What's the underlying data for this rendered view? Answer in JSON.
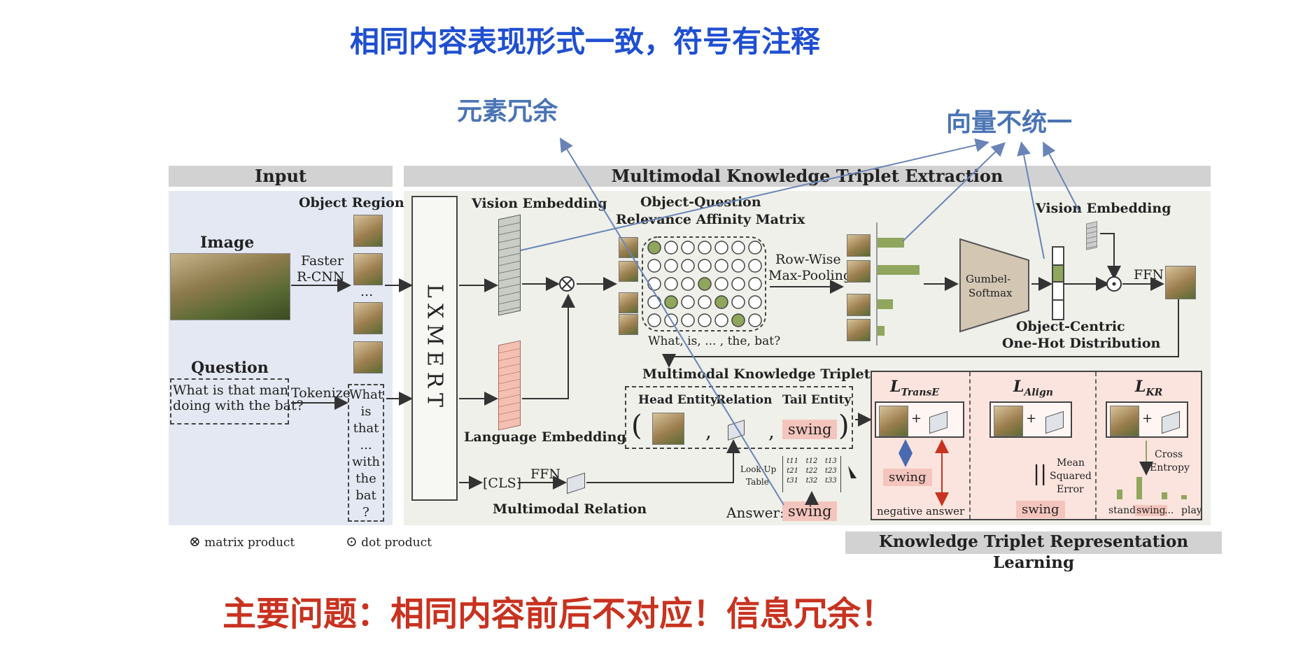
{
  "annotations": {
    "top_title": "相同内容表现形式一致，符号有注释",
    "redundant": "元素冗余",
    "vector_inconsistent": "向量不统一",
    "bottom_problem": "主要问题：相同内容前后不对应！信息冗余！"
  },
  "sections": {
    "input": "Input",
    "extraction": "Multimodal Knowledge Triplet Extraction",
    "representation": "Knowledge Triplet Representation Learning"
  },
  "input": {
    "object_region": "Object Region",
    "image": "Image",
    "faster_rcnn": [
      "Faster",
      "R-CNN"
    ],
    "ellipsis": "...",
    "question": "Question",
    "question_text": [
      "What is that man",
      "doing with the bat?"
    ],
    "tokenize": "Tokenize",
    "tokens": [
      "What",
      "is",
      "that",
      "...",
      "with",
      "the",
      "bat",
      "?"
    ]
  },
  "extraction": {
    "lxmert": "LXMERT",
    "vision_embedding": "Vision Embedding",
    "language_embedding": "Language Embedding",
    "matrix_title": [
      "Object-Question",
      "Relevance Affinity Matrix"
    ],
    "matrix_caption": "What, is, ... , the, bat?",
    "row_wise": [
      "Row-Wise",
      "Max-Pooling"
    ],
    "gumbel": [
      "Gumbel-",
      "Softmax"
    ],
    "vision_embedding_right": "Vision Embedding",
    "ffn_right": "FFN",
    "object_centric": [
      "Object-Centric",
      "One-Hot Distribution"
    ],
    "triplet_title": "Multimodal Knowledge Triplet",
    "head_entity": "Head Entity",
    "relation": "Relation",
    "tail_entity": "Tail Entity",
    "tail_value": "swing",
    "cls": "[CLS]",
    "ffn": "FFN",
    "multimodal_relation": "Multimodal Relation",
    "lookup": [
      "Look-Up",
      "Table"
    ],
    "lut_rows": [
      [
        "t11",
        "t12",
        "t13"
      ],
      [
        "t21",
        "t22",
        "t23"
      ],
      [
        "t31",
        "t32",
        "t33"
      ]
    ],
    "answer_label": "Answer:",
    "answer_value": "swing"
  },
  "losses": {
    "transe": {
      "main": "L",
      "sub": "TransE",
      "answer": "swing",
      "note": "negative answer"
    },
    "align": {
      "main": "L",
      "sub": "Align",
      "mse": [
        "Mean",
        "Squared",
        "Error"
      ],
      "answer": "swing"
    },
    "kr": {
      "main": "L",
      "sub": "KR",
      "ce": [
        "Cross",
        "Entropy"
      ],
      "x_labels": [
        "stand",
        "swing",
        "...",
        "play"
      ]
    }
  },
  "legend": {
    "matrix_product": "matrix product",
    "dot_product": "dot product"
  }
}
